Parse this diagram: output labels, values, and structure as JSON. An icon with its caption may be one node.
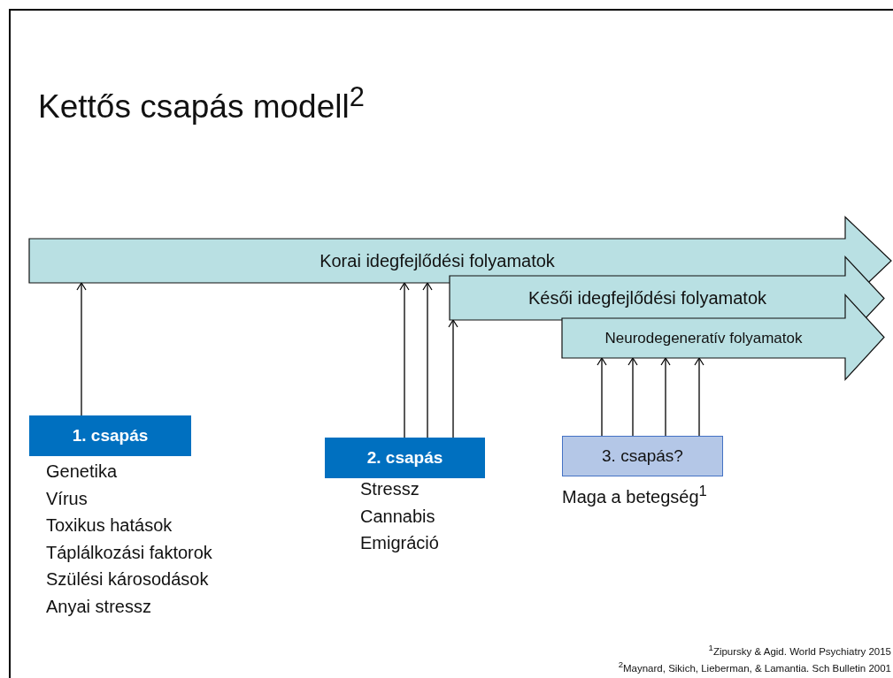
{
  "diagram": {
    "title": "Kettős csapás modell$^{2}$",
    "nodes": [
      {
        "text": [
          "Korai idegfejlődési folyamatok"
        ]
      },
      {
        "text": [
          "Késői idegfejlődési folyamatok"
        ]
      },
      {
        "text": [
          "Neurodegeneratív folyamatok"
        ]
      },
      {
        "text": [
          "1. csapás"
        ],
        "beside": [
          "Genetika",
          "Vírus",
          "Toxikus hatások",
          "Táplálkozási faktorok",
          "Szülési károsodások",
          "Anyai stressz"
        ]
      },
      {
        "text": [
          "2. csapás"
        ],
        "beside": [
          "Stressz",
          "Cannabis",
          "Emigráció"
        ]
      },
      {
        "text": [
          "3. csapás?"
        ],
        "beside": [
          "Maga a betegség$^{1}$"
        ]
      }
    ],
    "edges": [
      {
        "from": 3,
        "to": 0,
        "arrow": "to"
      },
      {
        "from": 4,
        "to": 0,
        "arrow": "to"
      },
      {
        "from": 4,
        "to": 0,
        "arrow": "to"
      },
      {
        "from": 4,
        "to": 1,
        "arrow": "to"
      },
      {
        "from": 5,
        "to": 2,
        "arrow": "to"
      },
      {
        "from": 5,
        "to": 2,
        "arrow": "to"
      },
      {
        "from": 5,
        "to": 2,
        "arrow": "to"
      },
      {
        "from": 5,
        "to": 2,
        "arrow": "to"
      }
    ],
    "labels": [
      "$^{1}$Zipursky & Agid. World Psychiatry 2015",
      "$^{2}$Maynard, Sikich, Lieberman, & Lamantia. Sch Bulletin 2001"
    ]
  }
}
